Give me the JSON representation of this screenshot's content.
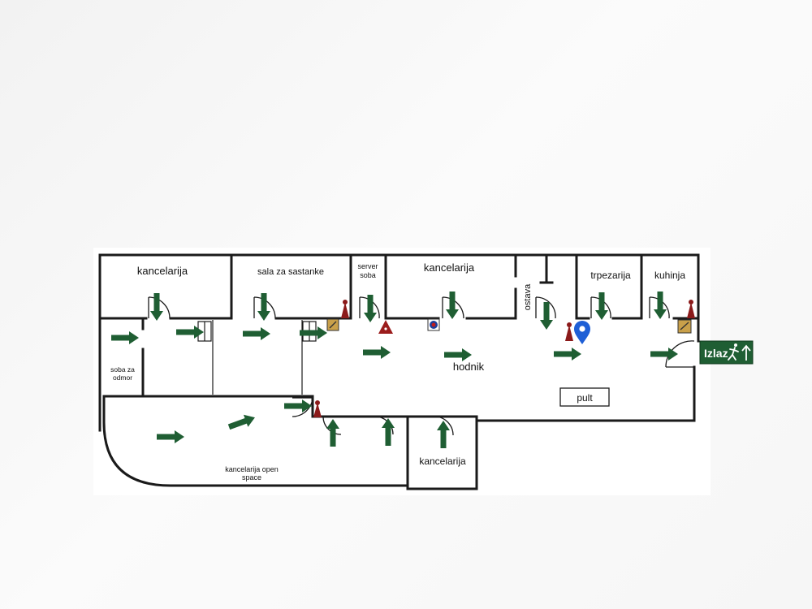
{
  "floor_plan": {
    "rooms": {
      "kancelarija_1": "kancelarija",
      "sala": "sala za sastanke",
      "server_line1": "server",
      "server_line2": "soba",
      "kancelarija_2": "kancelarija",
      "ostava": "ostava",
      "trpezarija": "trpezarija",
      "kuhinja": "kuhinja",
      "soba_line1": "soba za",
      "soba_line2": "odmor",
      "hodnik": "hodnik",
      "pult": "pult",
      "open_line1": "kancelarija open",
      "open_line2": "space",
      "kancelarija_3": "kancelarija"
    },
    "exit_sign": {
      "label": "Izlaz",
      "color": "#1f5e33"
    },
    "colors": {
      "arrow": "#1f5e33",
      "walls": "#1a1a1a",
      "fire_extinguisher": "#8b1a1a",
      "location_marker": "#1e5fd6",
      "fire_alarm_box": "#c9a04a"
    }
  }
}
